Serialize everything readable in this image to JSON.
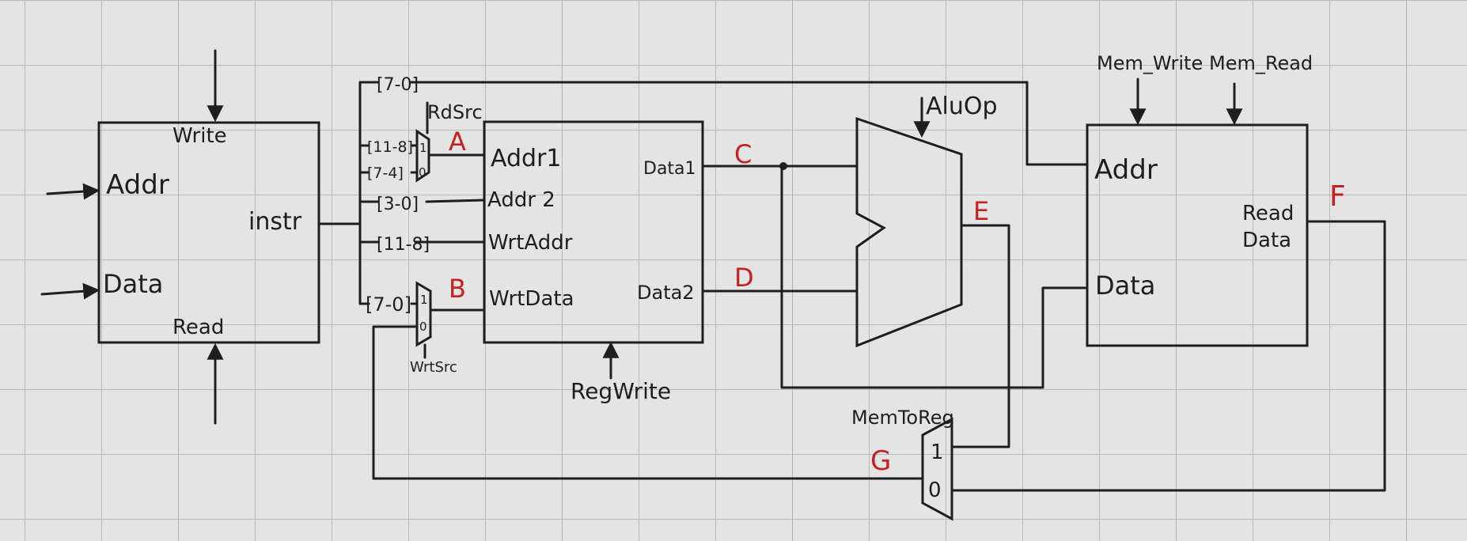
{
  "instruction_memory": {
    "write": "Write",
    "addr": "Addr",
    "data": "Data",
    "instr": "instr",
    "read": "Read"
  },
  "bit_fields": {
    "top": "[7-0]",
    "mux_a_in1": "[11-8]",
    "mux_a_in0": "[7-4]",
    "addr2": "[3-0]",
    "wrtaddr": "[11-8]",
    "wrtdata": "[7-0]"
  },
  "mux_rdsrc": {
    "label": "RdSrc",
    "in1": "1",
    "in0": "0"
  },
  "mux_wrtsrc": {
    "label": "WrtSrc",
    "in1": "1",
    "in0": "0"
  },
  "register_file": {
    "addr1": "Addr1",
    "addr2": "Addr 2",
    "wrtaddr": "WrtAddr",
    "wrtdata": "WrtData",
    "data1": "Data1",
    "data2": "Data2",
    "regwrite": "RegWrite"
  },
  "alu": {
    "aluop": "AluOp"
  },
  "data_memory": {
    "mem_write": "Mem_Write",
    "mem_read": "Mem_Read",
    "addr": "Addr",
    "data": "Data",
    "read_data_1": "Read",
    "read_data_2": "Data"
  },
  "mux_memtoreg": {
    "label": "MemToReg",
    "in1": "1",
    "in0": "0"
  },
  "markers": {
    "a": "A",
    "b": "B",
    "c": "C",
    "d": "D",
    "e": "E",
    "f": "F",
    "g": "G"
  },
  "colors": {
    "ink": "#1e1e1e",
    "marker": "#c62020",
    "background": "#e4e4e4",
    "grid": "#b9b9b9"
  }
}
